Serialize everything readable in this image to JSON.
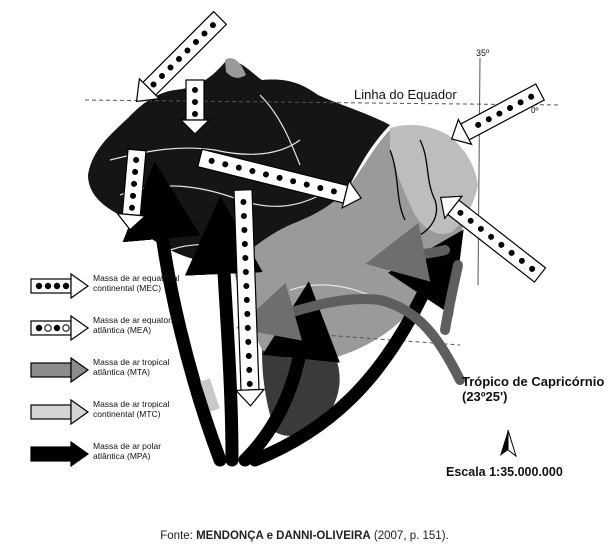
{
  "labels": {
    "equator": "Linha do Equador",
    "lon35": "35º",
    "lon0": "0º",
    "tropic_line1": "Trópico de Capricórnio",
    "tropic_line2": "(23º25')",
    "scale": "Escala 1:35.000.000"
  },
  "legend": [
    {
      "symbol": "mec-arrow",
      "line1": "Massa de ar equatorial",
      "line2": "continental (MEC)",
      "fill": "#ffffff",
      "dots": "black"
    },
    {
      "symbol": "mea-arrow",
      "line1": "Massa de ar equatorial",
      "line2": "atlântica (MEA)",
      "fill": "#ffffff",
      "dots": "mixed"
    },
    {
      "symbol": "mta-arrow",
      "line1": "Massa de ar tropical",
      "line2": "atlântica (MTA)",
      "fill": "#8c8c8c",
      "dots": "none"
    },
    {
      "symbol": "mtc-arrow",
      "line1": "Massa de ar tropical",
      "line2": "continental (MTC)",
      "fill": "#d4d4d4",
      "dots": "none"
    },
    {
      "symbol": "mpa-arrow",
      "line1": "Massa de ar polar",
      "line2": "atlântica (MPA)",
      "fill": "#000000",
      "dots": "none"
    }
  ],
  "source": {
    "prefix": "Fonte: ",
    "authors": "MENDONÇA e DANNI-OLIVEIRA",
    "ref": " (2007, p. 151)."
  },
  "colors": {
    "north_region": "#151515",
    "central_region": "#9a9a9a",
    "northeast_region": "#bdbdbd",
    "south_region": "#3a3a3a",
    "frame": "#000000"
  }
}
